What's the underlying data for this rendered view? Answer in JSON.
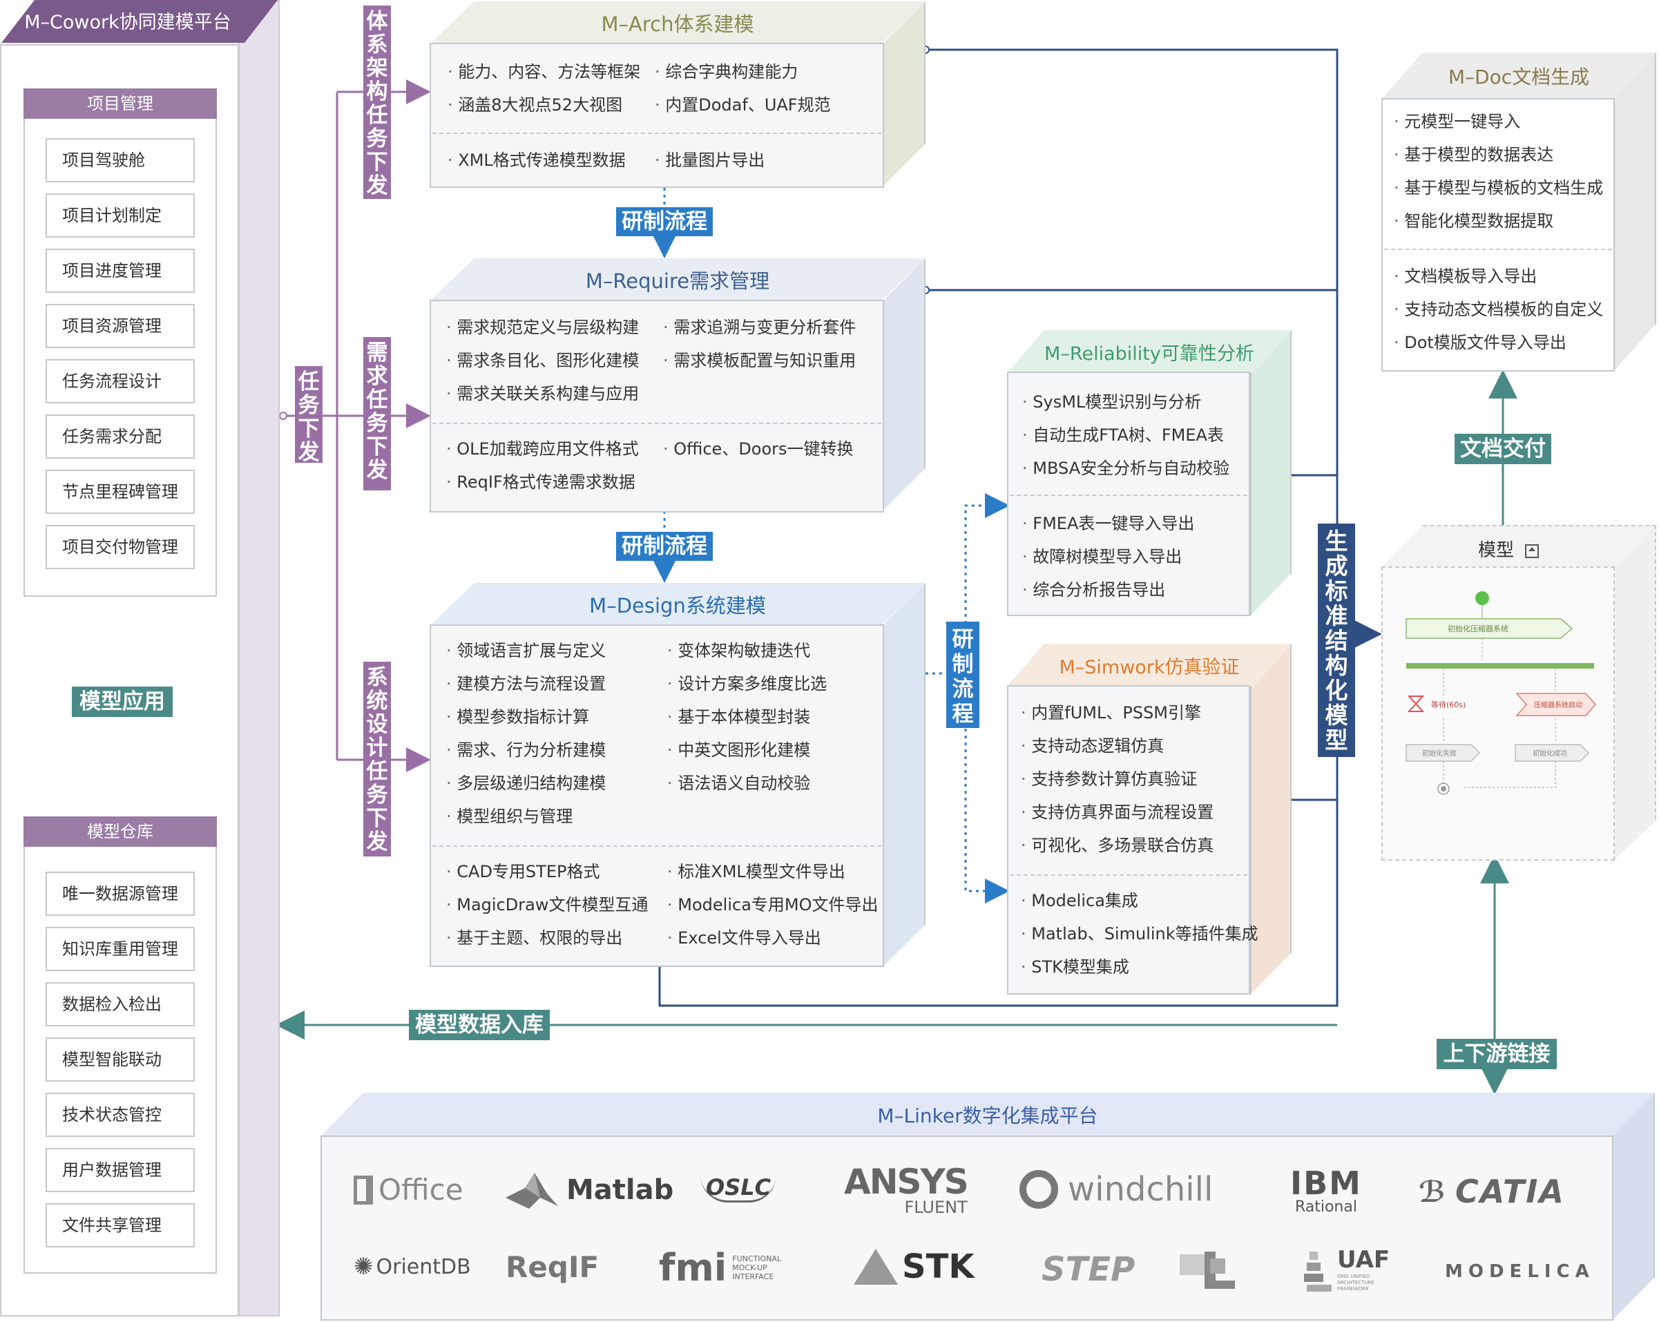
{
  "cowork": {
    "title": "M–Cowork协同建模平台",
    "project_group": {
      "header": "项目管理",
      "items": [
        "项目驾驶舱",
        "项目计划制定",
        "项目进度管理",
        "项目资源管理",
        "任务流程设计",
        "任务需求分配",
        "节点里程碑管理",
        "项目交付物管理"
      ]
    },
    "warehouse_group": {
      "header": "模型仓库",
      "items": [
        "唯一数据源管理",
        "知识库重用管理",
        "数据检入检出",
        "模型智能联动",
        "技术状态管控",
        "用户数据管理",
        "文件共享管理"
      ]
    },
    "model_apply_label": "模型应用"
  },
  "task_labels": {
    "main": "任务下发",
    "arch": "体系架构任务下发",
    "require": "需求任务下发",
    "design": "系统设计任务下发"
  },
  "flow_labels": {
    "flow1": "研制流程",
    "flow2": "研制流程",
    "flow3": "研制流程"
  },
  "arch": {
    "title": "M–Arch体系建模",
    "items_top": [
      "能力、内容、方法等框架",
      "综合字典构建能力",
      "涵盖8大视点52大视图",
      "内置Dodaf、UAF规范"
    ],
    "items_bottom": [
      "XML格式传递模型数据",
      "批量图片导出"
    ]
  },
  "require": {
    "title": "M–Require需求管理",
    "items_top": [
      "需求规范定义与层级构建",
      "需求追溯与变更分析套件",
      "需求条目化、图形化建模",
      "需求模板配置与知识重用",
      "需求关联关系构建与应用"
    ],
    "items_bottom": [
      "OLE加载跨应用文件格式",
      "Office、Doors一键转换",
      "ReqIF格式传递需求数据"
    ]
  },
  "design": {
    "title": "M–Design系统建模",
    "items_top": [
      "领域语言扩展与定义",
      "变体架构敏捷迭代",
      "建模方法与流程设置",
      "设计方案多维度比选",
      "模型参数指标计算",
      "基于本体模型封装",
      "需求、行为分析建模",
      "中英文图形化建模",
      "多层级递归结构建模",
      "语法语义自动校验",
      "模型组织与管理"
    ],
    "items_bottom": [
      "CAD专用STEP格式",
      "标准XML模型文件导出",
      "MagicDraw文件模型互通",
      "Modelica专用MO文件导出",
      "基于主题、权限的导出",
      "Excel文件导入导出"
    ]
  },
  "reliability": {
    "title": "M–Reliability可靠性分析",
    "items_top": [
      "SysML模型识别与分析",
      "自动生成FTA树、FMEA表",
      "MBSA安全分析与自动校验"
    ],
    "items_bottom": [
      "FMEA表一键导入导出",
      "故障树模型导入导出",
      "综合分析报告导出"
    ]
  },
  "simwork": {
    "title": "M–Simwork仿真验证",
    "items_top": [
      "内置fUML、PSSM引擎",
      "支持动态逻辑仿真",
      "支持参数计算仿真验证",
      "支持仿真界面与流程设置",
      "可视化、多场景联合仿真"
    ],
    "items_bottom": [
      "Modelica集成",
      "Matlab、Simulink等插件集成",
      "STK模型集成"
    ]
  },
  "doc": {
    "title": "M–Doc文档生成",
    "items_top": [
      "元模型一键导入",
      "基于模型的数据表达",
      "基于模型与模板的文档生成",
      "智能化模型数据提取"
    ],
    "items_bottom": [
      "文档模板导入导出",
      "支持动态文档模板的自定义",
      "Dot模版文件导入导出"
    ]
  },
  "model_box": {
    "title": "模型",
    "diagram_labels": [
      "初始化压缩器系统",
      "等待(60s)",
      "压缩器系统启动",
      "初始化失败",
      "初始化成功"
    ]
  },
  "generate_label": "生成标准结构化模型",
  "doc_deliver_label": "文档交付",
  "storage_label": "模型数据入库",
  "updown_label": "上下游链接",
  "linker": {
    "title": "M–Linker数字化集成平台",
    "logos_row1": [
      "Office",
      "Matlab",
      "OSLC",
      "ANSYS",
      "FLUENT",
      "windchill",
      "IBM",
      "Rational",
      "CATIA"
    ],
    "logos_row2": [
      "OrientDB",
      "ReqIF",
      "fmi",
      "FUNCTIONAL MOCK-UP INTERFACE",
      "STK",
      "STEP",
      "UAF",
      "OMG UNIFIED ARCHITECTURE FRAMEWORK",
      "MODELICA"
    ]
  },
  "colors": {
    "purple": "#9a6fa5",
    "blue": "#2b7cc8",
    "teal": "#4a8a86",
    "navy": "#2f4f83",
    "line_dark": "#2f4f83"
  }
}
